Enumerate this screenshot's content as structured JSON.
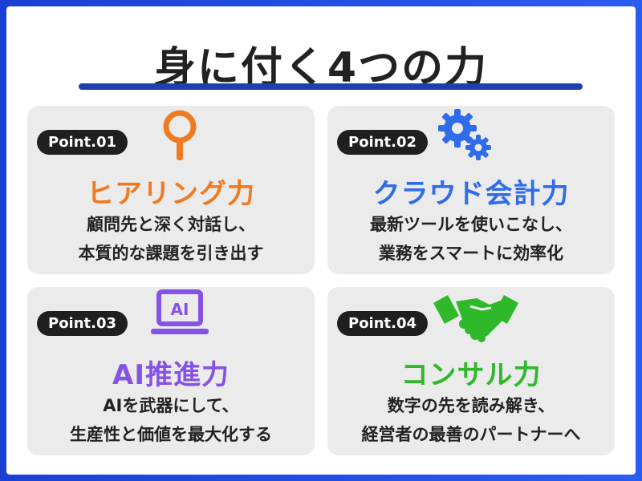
{
  "title": "身に付く4つの力",
  "colors": {
    "frame": "#2b5cf0",
    "underline": "#1e3fb0",
    "card_bg": "#ebebeb",
    "badge_bg": "#1f1f1f",
    "orange": "#f07a22",
    "blue": "#2f6bea",
    "purple": "#8652e6",
    "green": "#2fb82a"
  },
  "cards": [
    {
      "badge": "Point.01",
      "icon": "magnifier-icon",
      "heading": "ヒアリング力",
      "color": "#f07a22",
      "desc": [
        "顧問先と深く対話し、",
        "本質的な課題を引き出す"
      ]
    },
    {
      "badge": "Point.02",
      "icon": "gears-icon",
      "heading": "クラウド会計力",
      "color": "#2f6bea",
      "desc": [
        "最新ツールを使いこなし、",
        "業務をスマートに効率化"
      ]
    },
    {
      "badge": "Point.03",
      "icon": "ai-laptop-icon",
      "icon_text": "AI",
      "heading": "AI推進力",
      "color": "#8652e6",
      "desc": [
        "AIを武器にして、",
        "生産性と価値を最大化する"
      ]
    },
    {
      "badge": "Point.04",
      "icon": "handshake-icon",
      "heading": "コンサル力",
      "color": "#2fb82a",
      "desc": [
        "数字の先を読み解き、",
        "経営者の最善のパートナーへ"
      ]
    }
  ]
}
